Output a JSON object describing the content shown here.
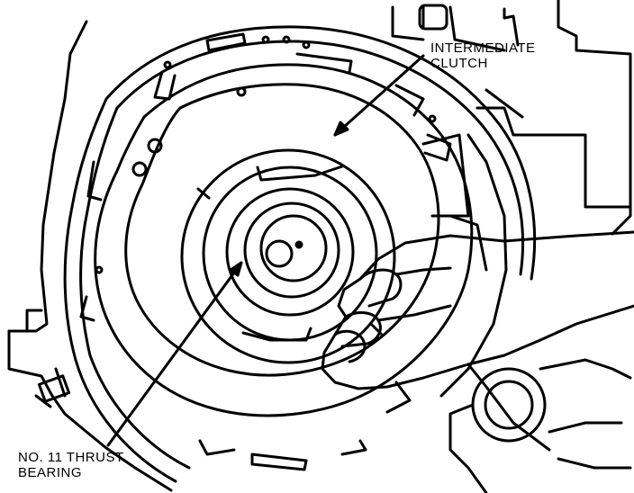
{
  "callouts": {
    "intermediate_clutch": {
      "line1": "INTERMEDIATE",
      "line2": "CLUTCH"
    },
    "thrust_bearing": {
      "line1": "NO. 11 THRUST",
      "line2": "BEARING"
    }
  },
  "colors": {
    "ink": "#000000",
    "paper": "#ffffff"
  }
}
